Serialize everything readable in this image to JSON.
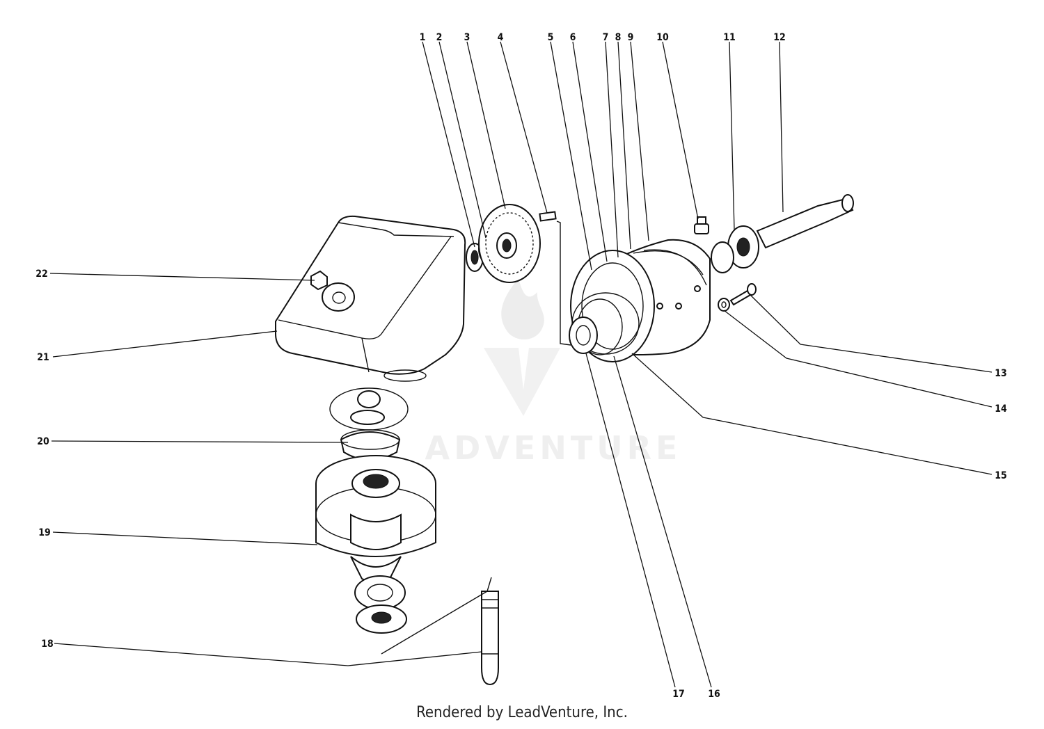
{
  "watermark": {
    "text": "ADVENTURE"
  },
  "footer": {
    "credit": "Rendered by LeadVenture, Inc."
  },
  "callouts": [
    {
      "id": "1",
      "label": "1"
    },
    {
      "id": "2",
      "label": "2"
    },
    {
      "id": "3",
      "label": "3"
    },
    {
      "id": "4",
      "label": "4"
    },
    {
      "id": "5",
      "label": "5"
    },
    {
      "id": "6",
      "label": "6"
    },
    {
      "id": "7",
      "label": "7"
    },
    {
      "id": "8",
      "label": "8"
    },
    {
      "id": "9",
      "label": "9"
    },
    {
      "id": "10",
      "label": "10"
    },
    {
      "id": "11",
      "label": "11"
    },
    {
      "id": "12",
      "label": "12"
    },
    {
      "id": "13",
      "label": "13"
    },
    {
      "id": "14",
      "label": "14"
    },
    {
      "id": "15",
      "label": "15"
    },
    {
      "id": "16",
      "label": "16"
    },
    {
      "id": "17",
      "label": "17"
    },
    {
      "id": "18",
      "label": "18"
    },
    {
      "id": "19",
      "label": "19"
    },
    {
      "id": "20",
      "label": "20"
    },
    {
      "id": "21",
      "label": "21"
    },
    {
      "id": "22",
      "label": "22"
    }
  ]
}
